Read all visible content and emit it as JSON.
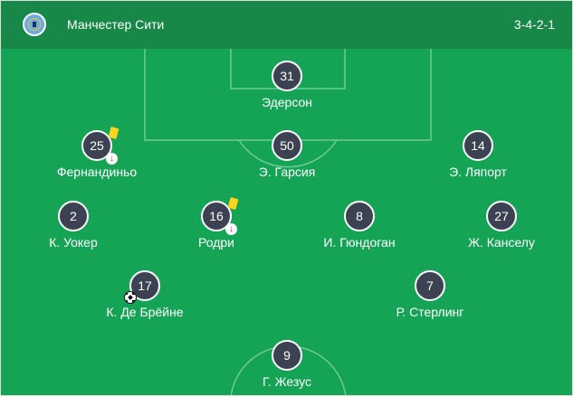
{
  "header": {
    "team_name": "Манчестер Сити",
    "formation": "3-4-2-1",
    "crest_icon": "manchester-city-crest"
  },
  "colors": {
    "header_bg": "#178847",
    "pitch_bg": "#15a356",
    "player_circle": "#3c4251",
    "yellow_card": "#ffd41a",
    "substitution_arrow": "#d81e2f"
  },
  "players": [
    {
      "number": "31",
      "name": "Эдерсон"
    },
    {
      "number": "25",
      "name": "Фернандиньо",
      "yellow_card": true,
      "subbed_off": true
    },
    {
      "number": "50",
      "name": "Э. Гарсия"
    },
    {
      "number": "14",
      "name": "Э. Ляпорт"
    },
    {
      "number": "2",
      "name": "К. Уокер"
    },
    {
      "number": "16",
      "name": "Родри",
      "yellow_card": true,
      "subbed_off": true
    },
    {
      "number": "8",
      "name": "И. Гюндоган"
    },
    {
      "number": "27",
      "name": "Ж. Канселу"
    },
    {
      "number": "17",
      "name": "К. Де Брёйне",
      "goal": true
    },
    {
      "number": "7",
      "name": "Р. Стерлинг"
    },
    {
      "number": "9",
      "name": "Г. Жезус"
    }
  ]
}
